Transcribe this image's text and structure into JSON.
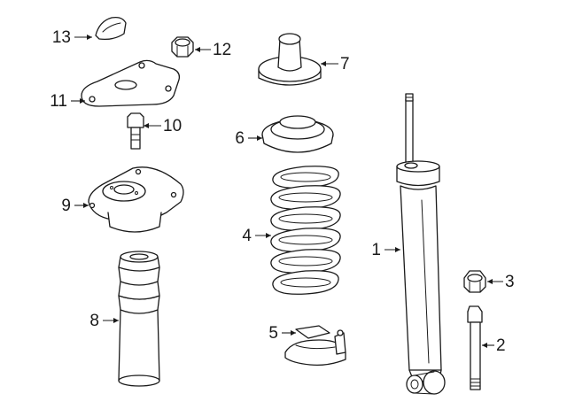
{
  "callouts": [
    {
      "id": "1",
      "part": "shock-absorber"
    },
    {
      "id": "2",
      "part": "lower-mount-bolt"
    },
    {
      "id": "3",
      "part": "lower-mount-nut"
    },
    {
      "id": "4",
      "part": "coil-spring"
    },
    {
      "id": "5",
      "part": "lower-spring-seat"
    },
    {
      "id": "6",
      "part": "upper-spring-insulator"
    },
    {
      "id": "7",
      "part": "jounce-bumper-seat"
    },
    {
      "id": "8",
      "part": "dust-boot"
    },
    {
      "id": "9",
      "part": "upper-mount"
    },
    {
      "id": "10",
      "part": "mount-bolt"
    },
    {
      "id": "11",
      "part": "reinforcement-plate"
    },
    {
      "id": "12",
      "part": "upper-nut"
    },
    {
      "id": "13",
      "part": "cap"
    }
  ]
}
